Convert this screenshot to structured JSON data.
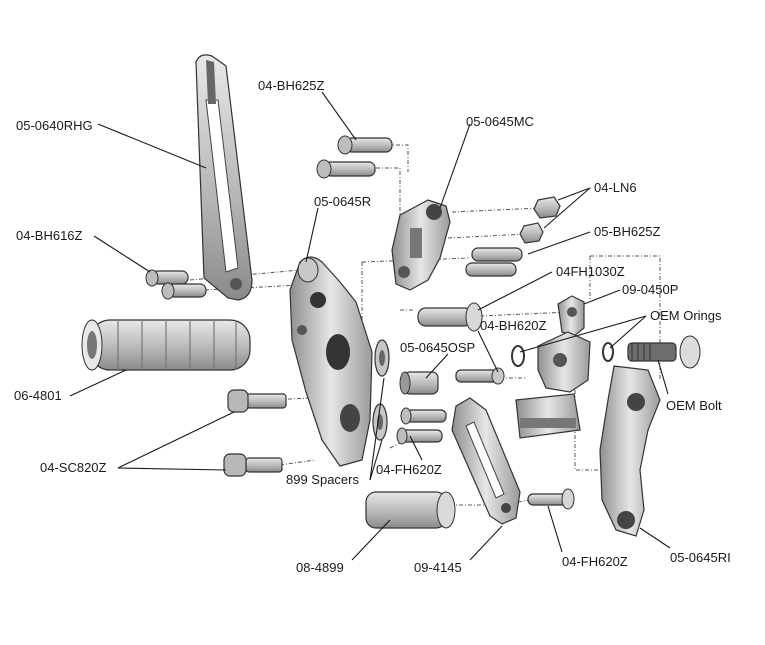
{
  "labels": {
    "l_0640RHG": "05-0640RHG",
    "l_BH625Z_top": "04-BH625Z",
    "l_0645MC": "05-0645MC",
    "l_LN6": "04-LN6",
    "l_0645R": "05-0645R",
    "l_BH616Z": "04-BH616Z",
    "l_BH625Z_mid": "05-BH625Z",
    "l_FH1030Z": "04FH1030Z",
    "l_0450P": "09-0450P",
    "l_BH620Z": "04-BH620Z",
    "l_OEMOrings": "OEM Orings",
    "l_0645OSP": "05-0645OSP",
    "l_4801": "06-4801",
    "l_OEMBolt": "OEM Bolt",
    "l_SC820Z": "04-SC820Z",
    "l_FH620Z_mid": "04-FH620Z",
    "l_899": "899 Spacers",
    "l_4899": "08-4899",
    "l_4145": "09-4145",
    "l_FH620Z_bot": "04-FH620Z",
    "l_0645RI": "05-0645RI"
  }
}
